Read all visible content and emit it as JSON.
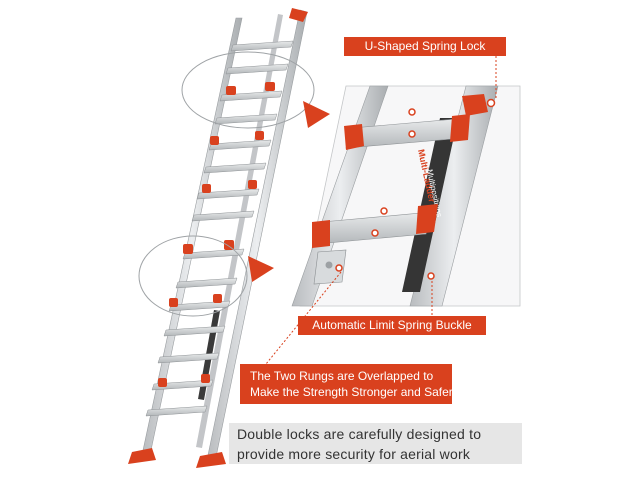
{
  "callouts": {
    "spring_lock": "U-Shaped Spring Lock",
    "spring_buckle": "Automatic  Limit Spring Buckle",
    "rungs_line1": "The Two Rungs are Overlapped to",
    "rungs_line2": "Make the Strength Stronger and Safer"
  },
  "footer_note": {
    "line1": "Double locks are carefully designed to",
    "line2": "provide more security for aerial work"
  },
  "rail_lettering": [
    "Multi-Ladder",
    "Multipositions"
  ],
  "colors": {
    "accent": "#d9411e",
    "aluminum": "#c9ccce",
    "rail_dark": "#3a3a3a",
    "note_bg": "#e6e6e6",
    "note_text": "#333333"
  }
}
